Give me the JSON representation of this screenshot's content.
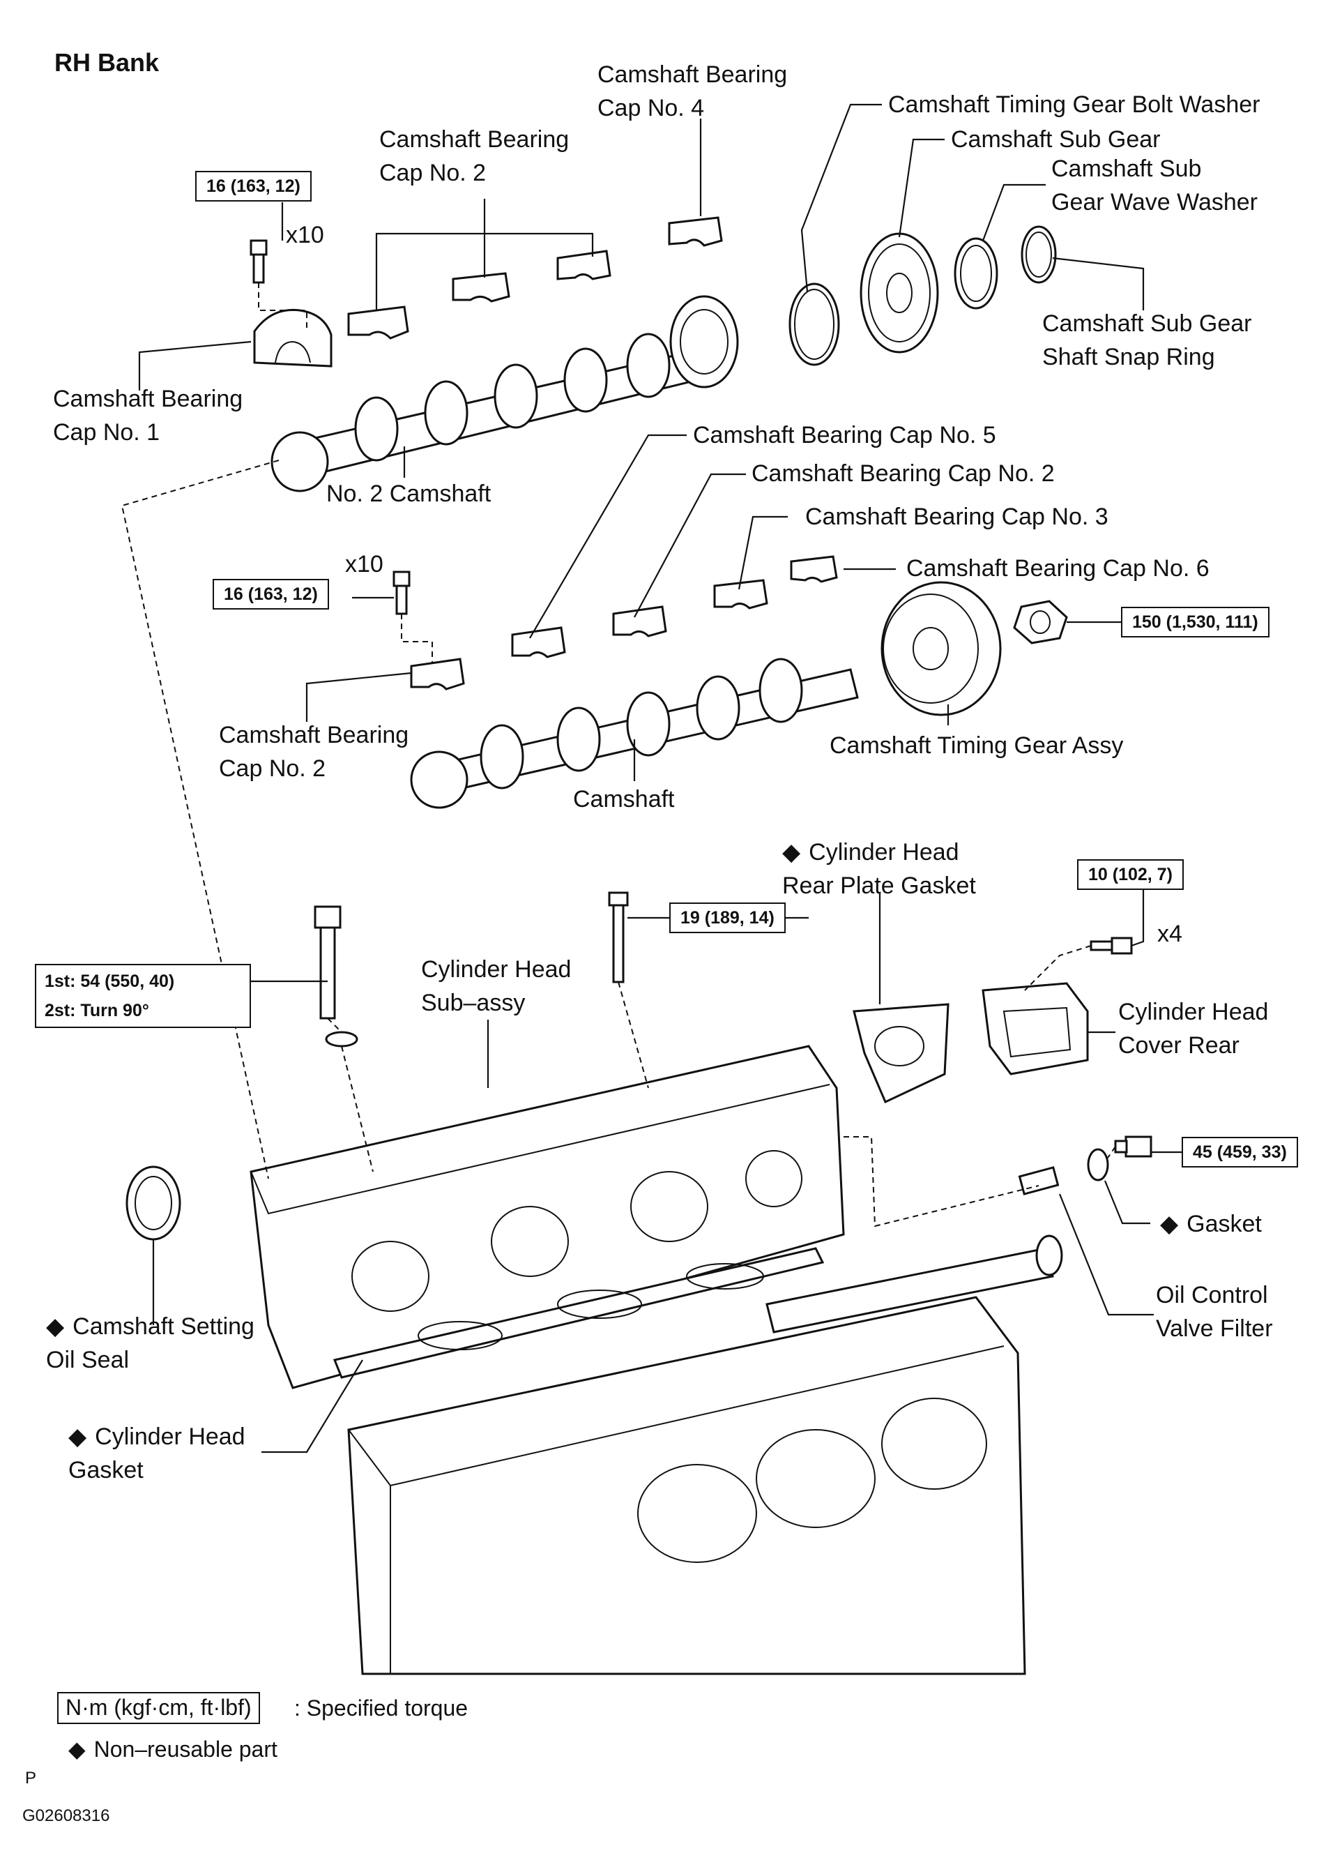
{
  "diagram": {
    "title": "RH Bank",
    "labels": {
      "cam_bearing_cap_no4": "Camshaft Bearing\nCap No. 4",
      "cam_timing_gear_bolt_washer": "Camshaft Timing Gear Bolt Washer",
      "cam_sub_gear": "Camshaft Sub Gear",
      "cam_sub_gear_wave_washer": "Camshaft Sub\nGear Wave Washer",
      "cam_bearing_cap_no2_top": "Camshaft Bearing\nCap No. 2",
      "cam_sub_gear_shaft_snap_ring": "Camshaft Sub Gear\nShaft Snap Ring",
      "cam_bearing_cap_no1": "Camshaft Bearing\nCap No. 1",
      "no2_camshaft": "No. 2 Camshaft",
      "cam_bearing_cap_no5": "Camshaft Bearing Cap No. 5",
      "cam_bearing_cap_no2_mid": "Camshaft Bearing Cap No. 2",
      "cam_bearing_cap_no3": "Camshaft Bearing Cap No. 3",
      "cam_bearing_cap_no6": "Camshaft Bearing Cap No. 6",
      "cam_bearing_cap_no2_low": "Camshaft Bearing\nCap No. 2",
      "cam_timing_gear_assy": "Camshaft Timing Gear Assy",
      "camshaft": "Camshaft",
      "cyl_head_rear_plate_gasket": "Cylinder Head\nRear Plate Gasket",
      "cyl_head_sub_assy": "Cylinder Head\nSub–assy",
      "cyl_head_cover_rear": "Cylinder Head\nCover Rear",
      "gasket": "Gasket",
      "oil_control_valve_filter": "Oil Control\nValve Filter",
      "cam_setting_oil_seal": "Camshaft Setting\nOil Seal",
      "cyl_head_gasket": "Cylinder Head\nGasket"
    },
    "torques": {
      "cap_bolts_top": "16 (163, 12)",
      "cap_bolts_mid": "16 (163, 12)",
      "gear_nut": "150 (1,530, 111)",
      "head_bolt_step1": "1st: 54 (550, 40)",
      "head_bolt_step2": "2st: Turn 90°",
      "head_small_bolt": "19 (189, 14)",
      "cover_rear_bolts": "10 (102, 7)",
      "plug": "45 (459, 33)"
    },
    "counts": {
      "top_bolts": "x10",
      "mid_bolts": "x10",
      "cover_bolts": "x4"
    },
    "legend": {
      "torque_unit": "N·m (kgf·cm, ft·lbf)",
      "torque_text": ": Specified torque",
      "nonreusable_text": "Non–reusable part",
      "nonreusable_symbol": "◆"
    },
    "footer": {
      "letter": "P",
      "code": "G02608316"
    }
  }
}
